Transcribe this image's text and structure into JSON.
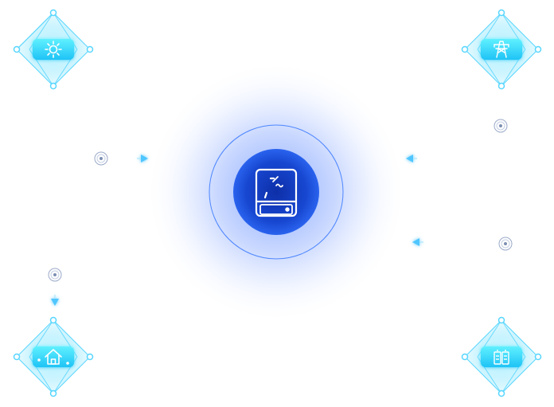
{
  "diagram": {
    "center": {
      "label": "",
      "icon": "inverter-icon",
      "accent_color": "#1a5fe0",
      "glow_color": "#2f6bff",
      "symbol_text": "~"
    },
    "nodes": [
      {
        "id": "solar",
        "icon": "sun-icon",
        "accent_color": "#38d8ff"
      },
      {
        "id": "grid",
        "icon": "power-tower-icon",
        "accent_color": "#38d8ff"
      },
      {
        "id": "home",
        "icon": "house-icon",
        "accent_color": "#38d8ff"
      },
      {
        "id": "battery",
        "icon": "battery-icon",
        "accent_color": "#38d8ff"
      }
    ],
    "flows": [
      {
        "id": "solar-to-inverter",
        "direction": "right",
        "icon": "arrow-right-icon"
      },
      {
        "id": "grid-to-inverter",
        "direction": "left",
        "icon": "arrow-left-icon"
      },
      {
        "id": "home-flow",
        "direction": "down",
        "icon": "arrow-down-icon"
      },
      {
        "id": "battery-to-inverter",
        "direction": "left",
        "icon": "arrow-left-icon"
      }
    ]
  }
}
